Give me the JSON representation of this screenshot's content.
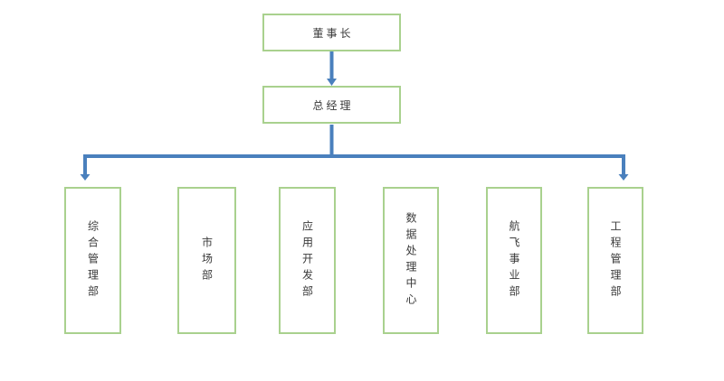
{
  "chart": {
    "chairman": "董事长",
    "general_manager": "总经理",
    "departments": [
      "综合管理部",
      "市场部",
      "应用开发部",
      "数据处理中心",
      "航飞事业部",
      "工程管理部"
    ],
    "colors": {
      "box_border": "#a9d18e",
      "connector": "#4a80bd",
      "text": "#3a3a3a",
      "box_fill": "#ffffff"
    }
  }
}
